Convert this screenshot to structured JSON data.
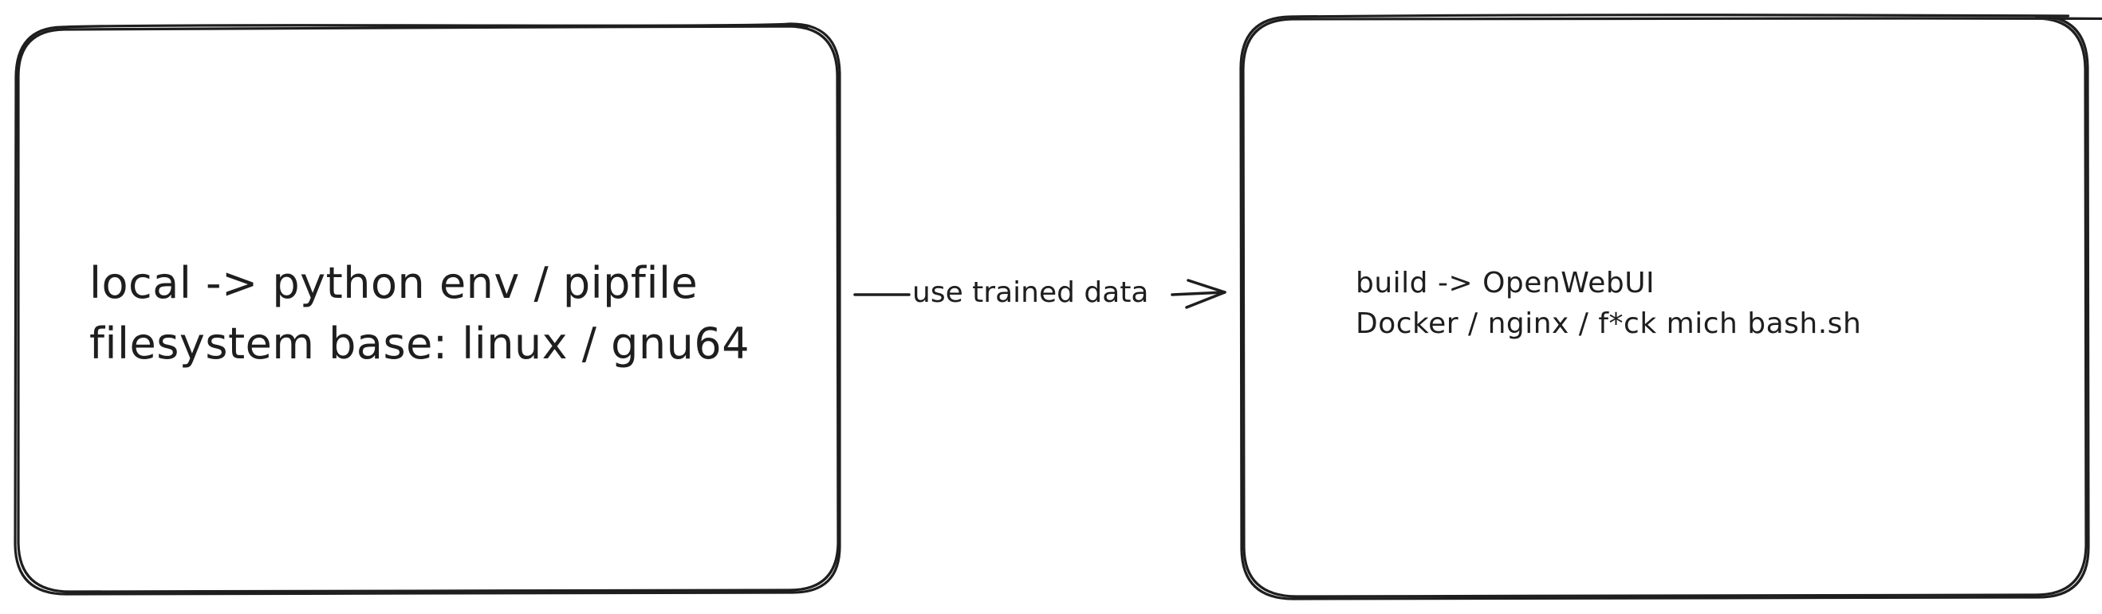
{
  "diagram": {
    "left_box": {
      "lines": [
        "local -> python env / pipfile",
        "filesystem base: linux / gnu64"
      ]
    },
    "right_box": {
      "lines": [
        "build -> OpenWebUI",
        "Docker / nginx / f*ck mich bash.sh"
      ]
    },
    "connector": {
      "label": "use trained data"
    }
  },
  "colors": {
    "stroke": "#1e1e1e",
    "background": "#ffffff"
  }
}
